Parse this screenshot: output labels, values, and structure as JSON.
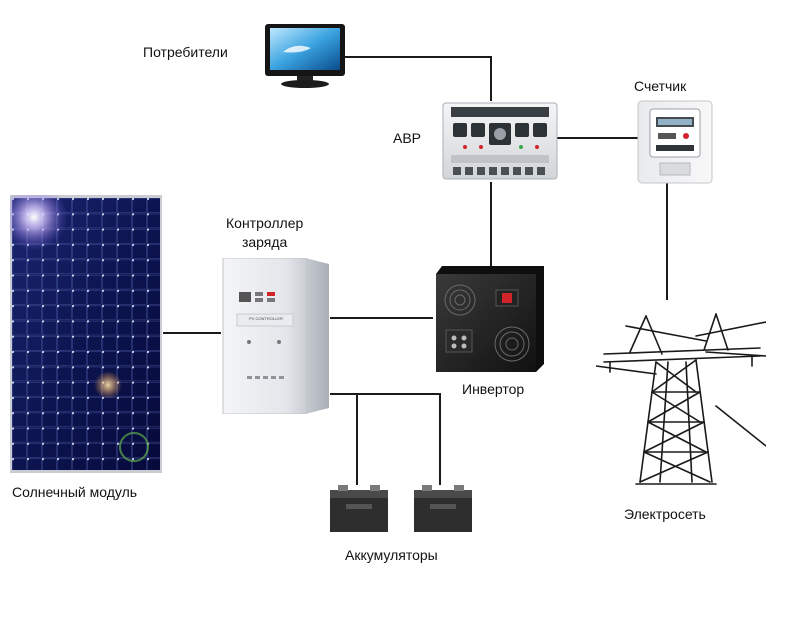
{
  "labels": {
    "consumers": "Потребители",
    "ats": "АВР",
    "meter": "Счетчик",
    "charge_controller": "Контроллер\nзаряда",
    "inverter": "Инвертор",
    "solar_module": "Солнечный модуль",
    "grid": "Электросеть",
    "batteries": "Аккумуляторы"
  },
  "device_text": {
    "controller_panel": "PV CONTROLLER"
  }
}
